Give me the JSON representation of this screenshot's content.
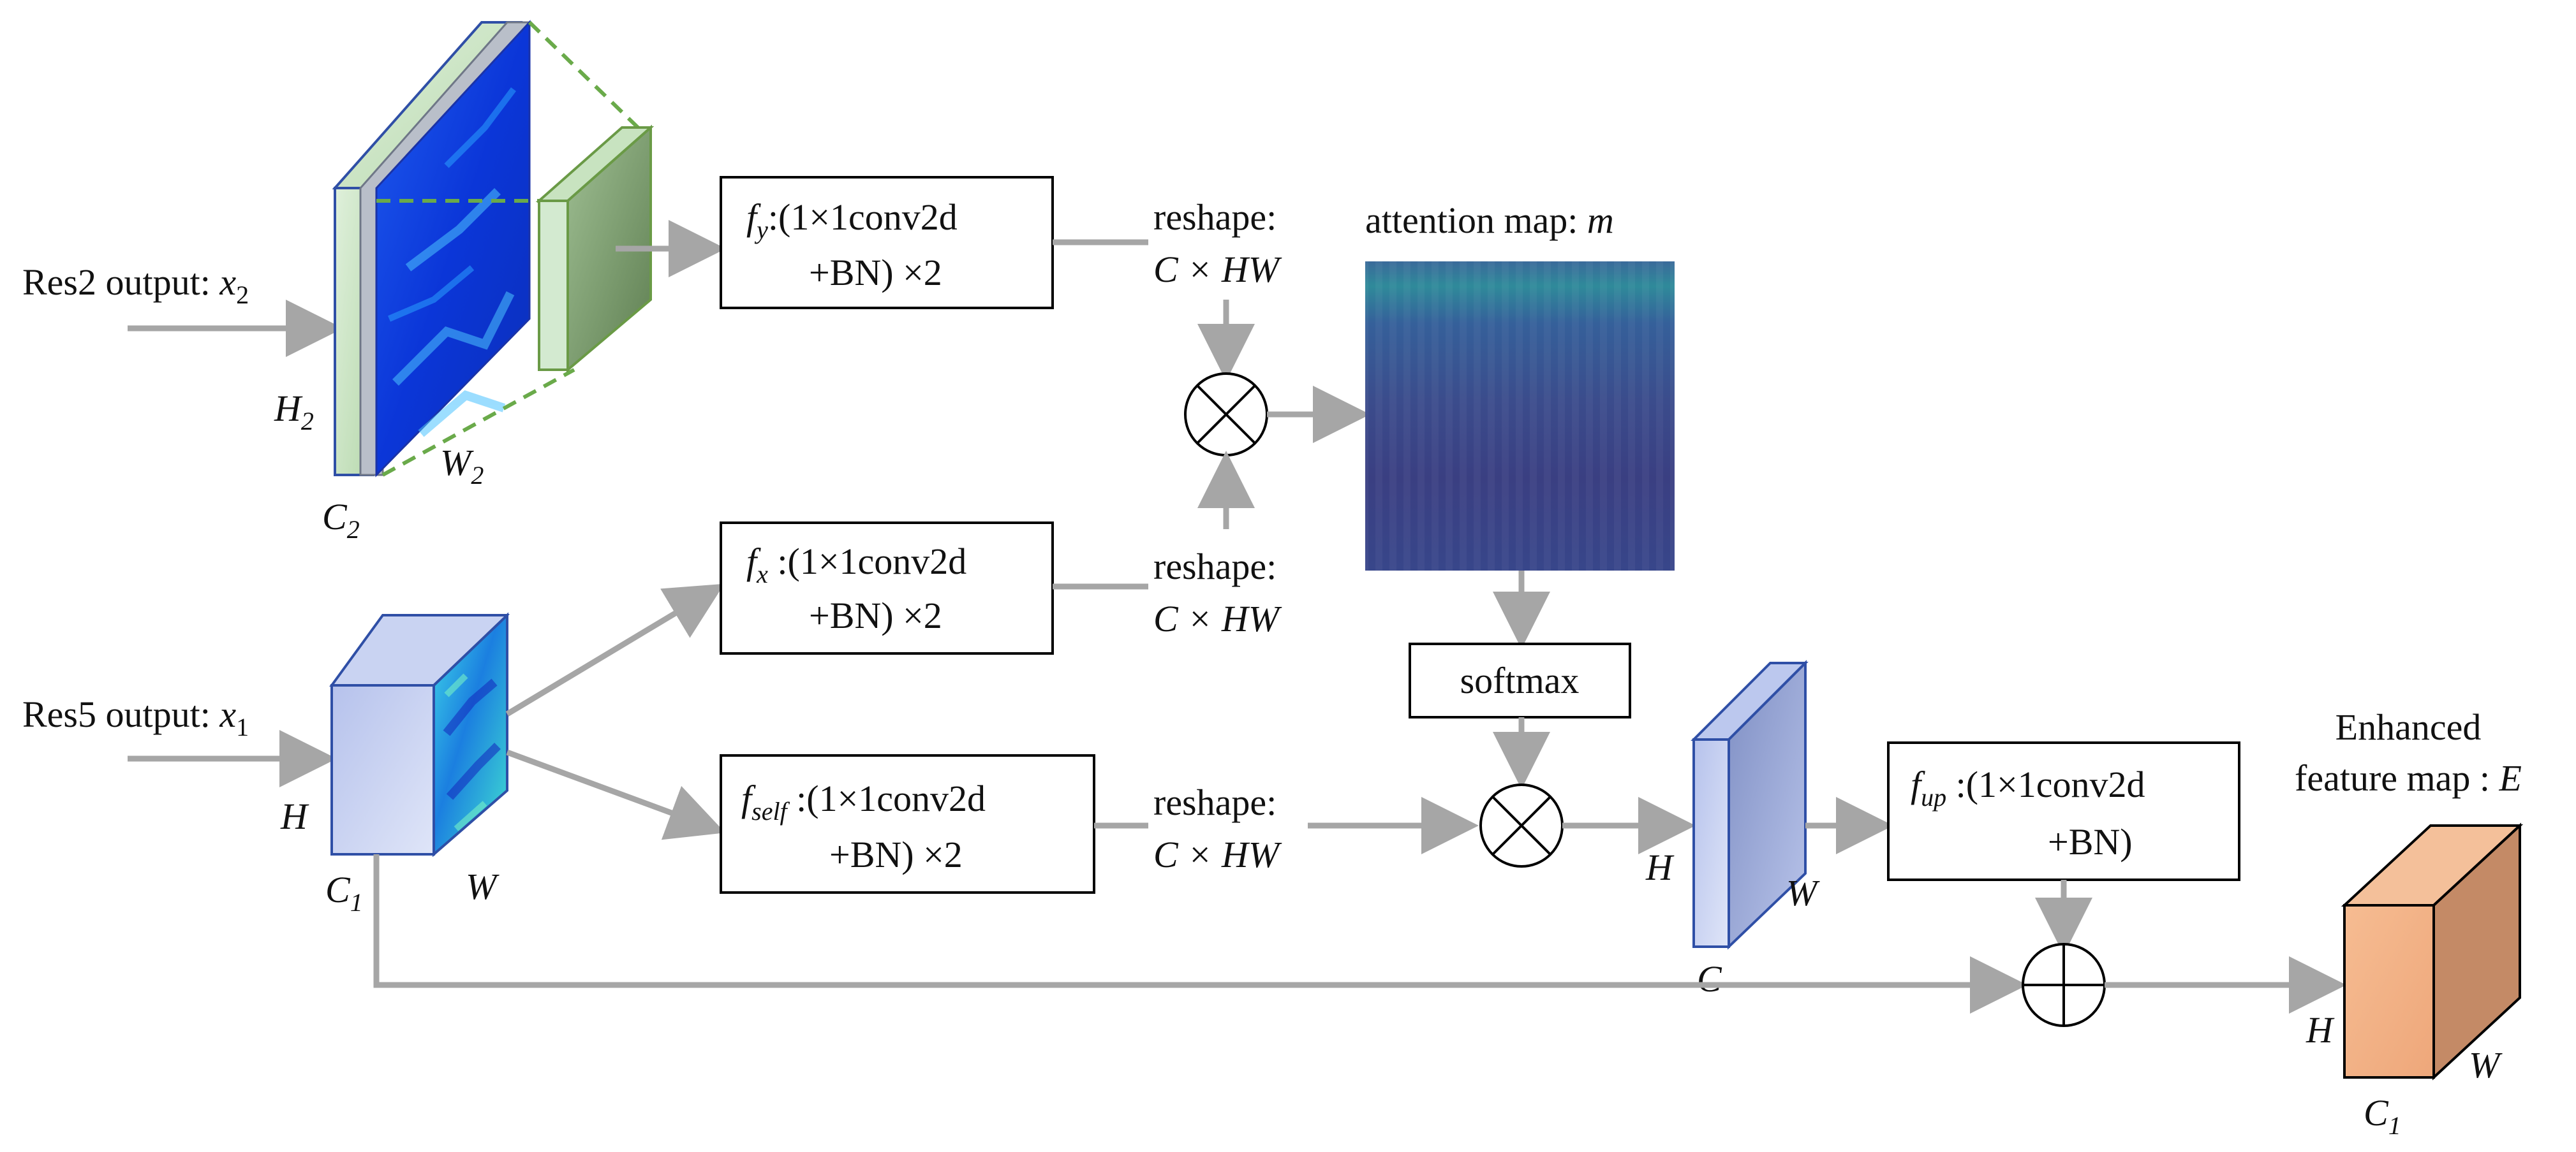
{
  "inputs": {
    "x2": {
      "text": "Res2 output: ",
      "var": "x",
      "sub": "2"
    },
    "x1": {
      "text": "Res5 output: ",
      "var": "x",
      "sub": "1"
    }
  },
  "dims": {
    "h2": "H",
    "h2_sub": "2",
    "w2": "W",
    "w2_sub": "2",
    "c2": "C",
    "c2_sub": "2",
    "h": "H",
    "w": "W",
    "c1": "C",
    "c1_sub": "1",
    "mid_h": "H",
    "mid_w": "W",
    "mid_c": "C",
    "out_h": "H",
    "out_w": "W",
    "out_c": "C",
    "out_c_sub": "1"
  },
  "blocks": {
    "fy": {
      "f": "f",
      "sub": "y",
      "line1": ":(1×1conv2d",
      "line2": "+BN) ×2"
    },
    "fx": {
      "f": "f",
      "sub": "x",
      "line1": " :(1×1conv2d",
      "line2": "+BN) ×2"
    },
    "fself": {
      "f": "f",
      "sub": "self",
      "line1": " :(1×1conv2d",
      "line2": "+BN) ×2"
    },
    "fup": {
      "f": "f",
      "sub": "up",
      "line1": " :(1×1conv2d",
      "line2": "+BN)"
    },
    "softmax": "softmax"
  },
  "reshape": {
    "label": "reshape:",
    "shape": "C × HW"
  },
  "attention": {
    "text": "attention map: ",
    "var": "m"
  },
  "output": {
    "line1": "Enhanced",
    "line2": "feature map : ",
    "var": "E"
  },
  "operators": {
    "multiply": "⊗",
    "add": "⊕"
  },
  "colors": {
    "arrow": "#a6a6a6",
    "green_face": "#d3ead0",
    "green_edge": "#6a9a46",
    "blue_face": "#c4cfef",
    "blue_edge": "#2f4fa6",
    "orange_face": "#f2b184",
    "orange_side": "#c48a66",
    "attention_bg": "#3b4a88"
  }
}
